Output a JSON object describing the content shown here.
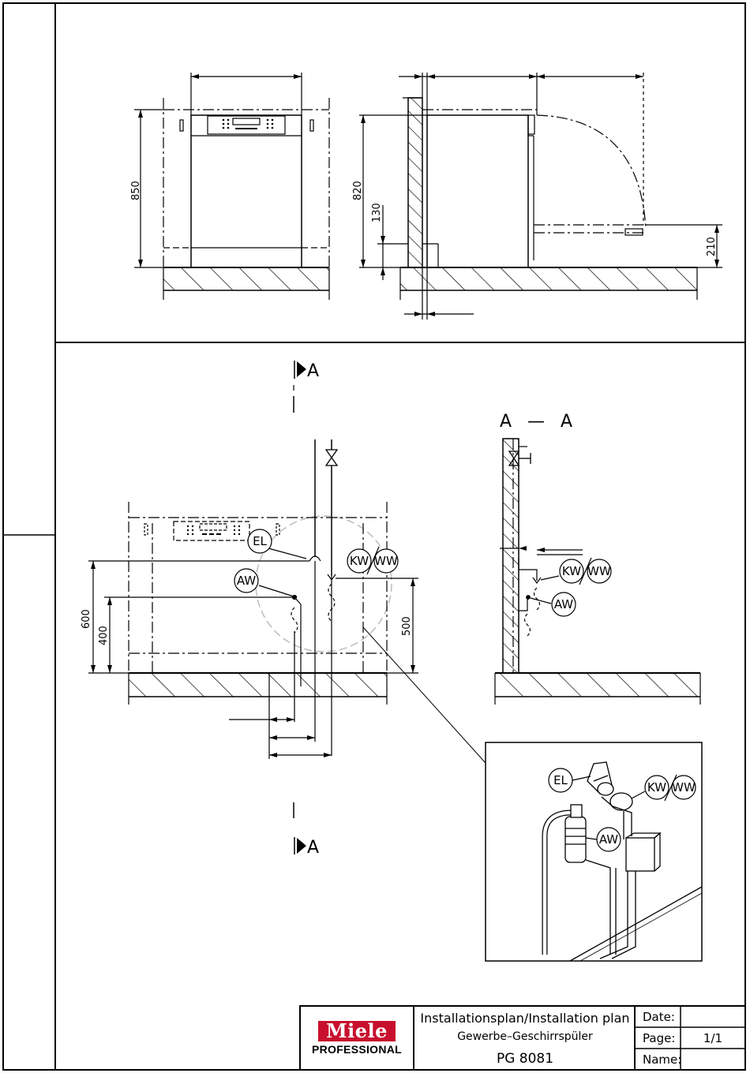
{
  "front_view": {
    "dim_height": "850"
  },
  "side_view": {
    "dim_height": "820",
    "dim_toe": "130",
    "dim_plinth": "210"
  },
  "plan_view": {
    "section_marker": "A",
    "dim_600": "600",
    "dim_400": "400",
    "dim_500": "500",
    "labels": {
      "el": "EL",
      "aw": "AW",
      "kw": "KW",
      "ww": "WW"
    }
  },
  "section_view": {
    "title_left": "A",
    "title_dash": "—",
    "title_right": "A",
    "labels": {
      "kw": "KW",
      "ww": "WW",
      "aw": "AW"
    }
  },
  "detail_view": {
    "labels": {
      "el": "EL",
      "kw": "KW",
      "ww": "WW",
      "aw": "AW"
    }
  },
  "title_block": {
    "logo": "Miele",
    "logo_sub": "PROFESSIONAL",
    "title": "Installationsplan/Installation plan",
    "subtitle": "Gewerbe–Geschirrspüler",
    "model": "PG 8081",
    "date_label": "Date:",
    "date_value": "",
    "page_label": "Page:",
    "page_value": "1/1",
    "name_label": "Name:",
    "name_value": ""
  },
  "colors": {
    "logo_red": "#c8102e",
    "line": "#000000",
    "hidden_gray": "#bdbdbd"
  }
}
